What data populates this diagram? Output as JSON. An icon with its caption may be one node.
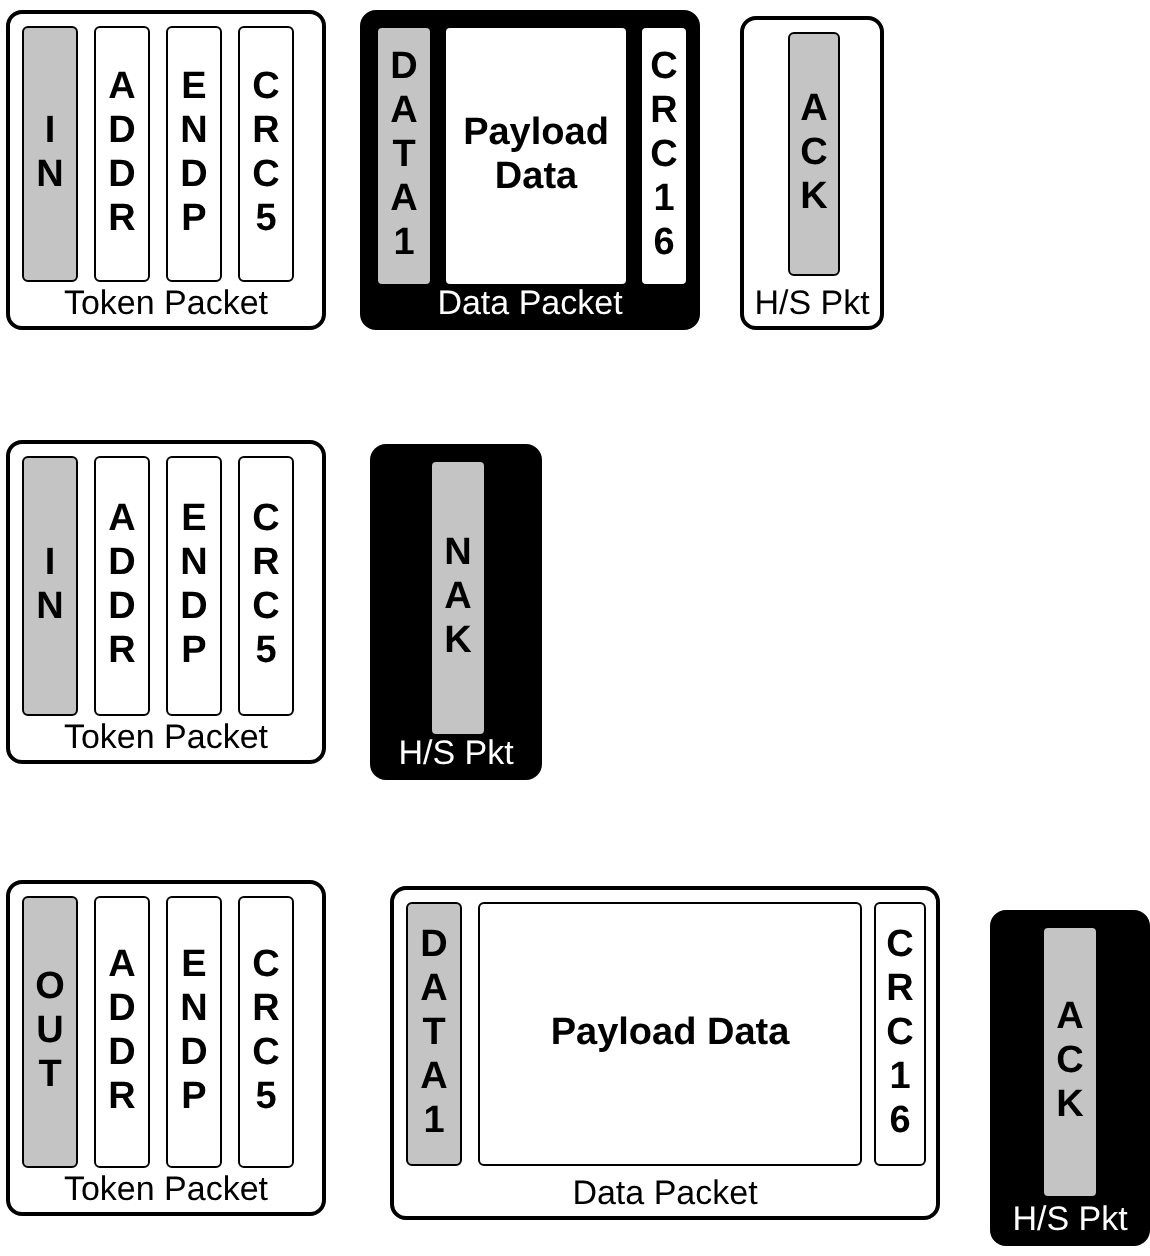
{
  "diagram": {
    "nodes": [
      {
        "text": [
          "Token Packet"
        ]
      },
      {
        "text": [
          "IN"
        ],
        "in": 0
      },
      {
        "text": [
          "ADDR"
        ],
        "in": 0
      },
      {
        "text": [
          "ENDP"
        ],
        "in": 0
      },
      {
        "text": [
          "CRC5"
        ],
        "in": 0
      },
      {
        "text": [
          "Data Packet"
        ]
      },
      {
        "text": [
          "DATA1"
        ],
        "in": 5
      },
      {
        "text": [
          "Payload Data"
        ],
        "in": 5
      },
      {
        "text": [
          "CRC16"
        ],
        "in": 5
      },
      {
        "text": [
          "H/S Pkt"
        ]
      },
      {
        "text": [
          "ACK"
        ],
        "in": 9
      },
      {
        "text": [
          "Token Packet"
        ]
      },
      {
        "text": [
          "IN"
        ],
        "in": 11
      },
      {
        "text": [
          "ADDR"
        ],
        "in": 11
      },
      {
        "text": [
          "ENDP"
        ],
        "in": 11
      },
      {
        "text": [
          "CRC5"
        ],
        "in": 11
      },
      {
        "text": [
          "H/S Pkt"
        ]
      },
      {
        "text": [
          "NAK"
        ],
        "in": 16
      },
      {
        "text": [
          "Token Packet"
        ]
      },
      {
        "text": [
          "OUT"
        ],
        "in": 18
      },
      {
        "text": [
          "ADDR"
        ],
        "in": 18
      },
      {
        "text": [
          "ENDP"
        ],
        "in": 18
      },
      {
        "text": [
          "CRC5"
        ],
        "in": 18
      },
      {
        "text": [
          "Data Packet"
        ]
      },
      {
        "text": [
          "DATA1"
        ],
        "in": 23
      },
      {
        "text": [
          "Payload Data"
        ],
        "in": 23
      },
      {
        "text": [
          "CRC16"
        ],
        "in": 23
      },
      {
        "text": [
          "H/S Pkt"
        ]
      },
      {
        "text": [
          "ACK"
        ],
        "in": 27
      }
    ]
  }
}
